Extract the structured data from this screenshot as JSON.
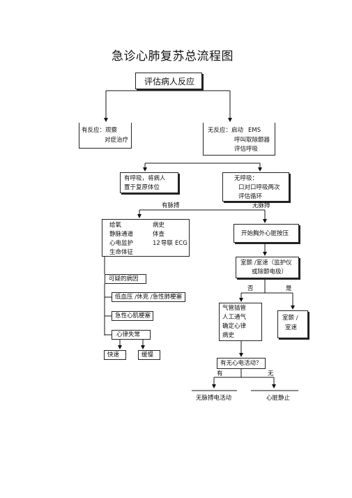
{
  "title": "急诊心肺复苏总流程图",
  "nodes": {
    "assess": "评估病人反应",
    "responsive": {
      "line1": "有反应：观察",
      "line2": "对症治疗"
    },
    "unresponsive": {
      "line1a": "无反应：启动",
      "line1b": "EMS",
      "line2": "呼叫取除颤器",
      "line3": "评估呼吸"
    },
    "breathing": {
      "line1": "有呼吸，将病人",
      "line2": "置于复原体位"
    },
    "not_breathing": {
      "line1": "无呼吸：",
      "line2": "口对口呼吸两次",
      "line3": "评估循环"
    },
    "has_pulse_label": "有脉搏",
    "no_pulse_label": "无脉搏",
    "care": {
      "col1": [
        "给氧",
        "静脉通道",
        "心电监护",
        "生命体征"
      ],
      "col2a": "病史",
      "col2b": "体查",
      "col2c_num": "12",
      "col2c_text": "导联",
      "col2c_ecg": "ECG"
    },
    "cpr": "开始胸外心脏按压",
    "vf": {
      "line1": "室颤 /室速（监护仪",
      "line2": "或除颤电极）"
    },
    "no_label": "否",
    "yes_label": "是",
    "possible_causes": "可疑的病因",
    "cause_shock": "低血压 /休克 /急性肺梗塞",
    "cause_mi": "急性心肌梗塞",
    "cause_arrhythmia": "心律失常",
    "fast": "快速",
    "slow": "缓慢",
    "airway": [
      "气管插管",
      "人工通气",
      "确定心律",
      "病史"
    ],
    "vf_vt": {
      "line1": "室颤 /",
      "line2": "室速"
    },
    "electrical": "有无心电活动？",
    "has_label": "有",
    "none_label": "无",
    "pea": "无脉搏电活动",
    "asystole": "心脏静止"
  }
}
